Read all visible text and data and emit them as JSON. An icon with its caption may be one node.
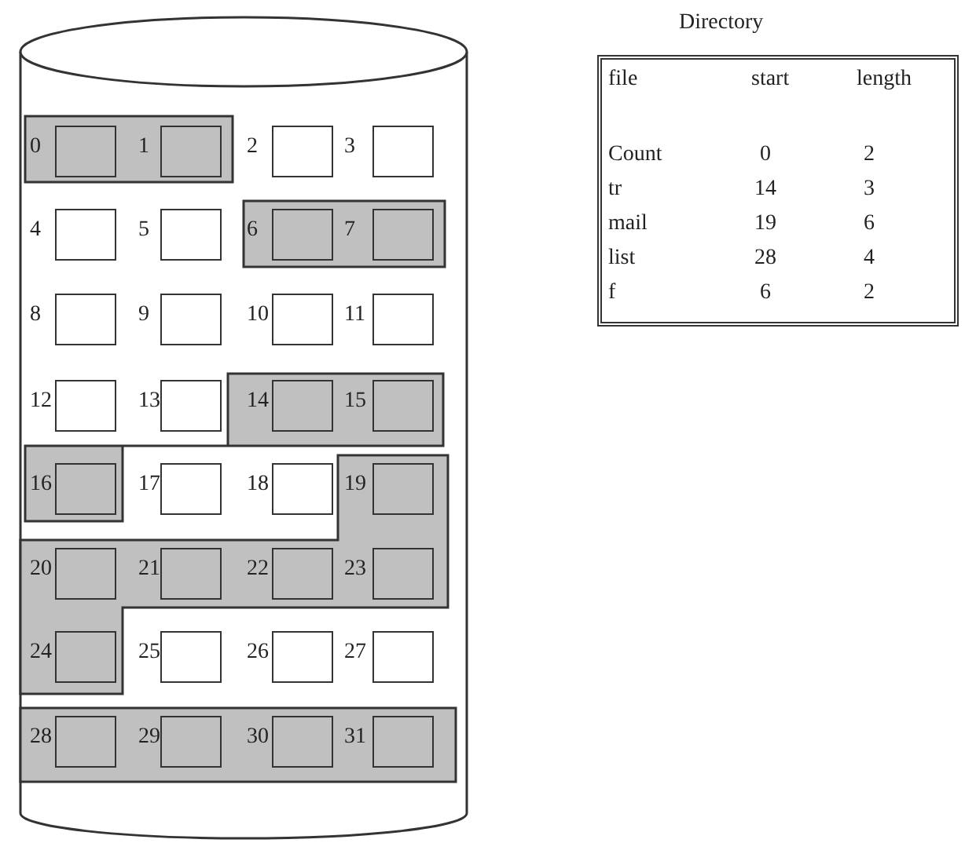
{
  "diagram": {
    "nodes": [
      {
        "text": [],
        "shape": "cylinder"
      },
      {
        "text": [],
        "shape": "band",
        "in": 0
      },
      {
        "text": [],
        "shape": "band",
        "in": 0
      },
      {
        "text": [],
        "shape": "band",
        "in": 0
      },
      {
        "text": [],
        "shape": "band",
        "in": 0
      },
      {
        "text": [],
        "shape": "band",
        "in": 0
      },
      {
        "text": [],
        "shape": "box",
        "in": 1,
        "beside": [
          "0"
        ]
      },
      {
        "text": [],
        "shape": "box",
        "in": 1,
        "beside": [
          "1"
        ]
      },
      {
        "text": [],
        "shape": "box",
        "in": 0,
        "beside": [
          "2"
        ]
      },
      {
        "text": [],
        "shape": "box",
        "in": 0,
        "beside": [
          "3"
        ]
      },
      {
        "text": [],
        "shape": "box",
        "in": 0,
        "beside": [
          "4"
        ]
      },
      {
        "text": [],
        "shape": "box",
        "in": 0,
        "beside": [
          "5"
        ]
      },
      {
        "text": [],
        "shape": "box",
        "in": 2,
        "beside": [
          "6"
        ]
      },
      {
        "text": [],
        "shape": "box",
        "in": 2,
        "beside": [
          "7"
        ]
      },
      {
        "text": [],
        "shape": "box",
        "in": 0,
        "beside": [
          "8"
        ]
      },
      {
        "text": [],
        "shape": "box",
        "in": 0,
        "beside": [
          "9"
        ]
      },
      {
        "text": [],
        "shape": "box",
        "in": 0,
        "beside": [
          "10"
        ]
      },
      {
        "text": [],
        "shape": "box",
        "in": 0,
        "beside": [
          "11"
        ]
      },
      {
        "text": [],
        "shape": "box",
        "in": 0,
        "beside": [
          "12"
        ]
      },
      {
        "text": [],
        "shape": "box",
        "in": 0,
        "beside": [
          "13"
        ]
      },
      {
        "text": [],
        "shape": "box",
        "in": 3,
        "beside": [
          "14"
        ]
      },
      {
        "text": [],
        "shape": "box",
        "in": 3,
        "beside": [
          "15"
        ]
      },
      {
        "text": [],
        "shape": "box",
        "in": 3,
        "beside": [
          "16"
        ]
      },
      {
        "text": [],
        "shape": "box",
        "in": 0,
        "beside": [
          "17"
        ]
      },
      {
        "text": [],
        "shape": "box",
        "in": 0,
        "beside": [
          "18"
        ]
      },
      {
        "text": [],
        "shape": "box",
        "in": 4,
        "beside": [
          "19"
        ]
      },
      {
        "text": [],
        "shape": "box",
        "in": 4,
        "beside": [
          "20"
        ]
      },
      {
        "text": [],
        "shape": "box",
        "in": 4,
        "beside": [
          "21"
        ]
      },
      {
        "text": [],
        "shape": "box",
        "in": 4,
        "beside": [
          "22"
        ]
      },
      {
        "text": [],
        "shape": "box",
        "in": 4,
        "beside": [
          "23"
        ]
      },
      {
        "text": [],
        "shape": "box",
        "in": 4,
        "beside": [
          "24"
        ]
      },
      {
        "text": [],
        "shape": "box",
        "in": 0,
        "beside": [
          "25"
        ]
      },
      {
        "text": [],
        "shape": "box",
        "in": 0,
        "beside": [
          "26"
        ]
      },
      {
        "text": [],
        "shape": "box",
        "in": 0,
        "beside": [
          "27"
        ]
      },
      {
        "text": [],
        "shape": "box",
        "in": 5,
        "beside": [
          "28"
        ]
      },
      {
        "text": [],
        "shape": "box",
        "in": 5,
        "beside": [
          "29"
        ]
      },
      {
        "text": [],
        "shape": "box",
        "in": 5,
        "beside": [
          "30"
        ]
      },
      {
        "text": [],
        "shape": "box",
        "in": 5,
        "beside": [
          "31"
        ]
      }
    ],
    "labels": [
      "Directory",
      "file",
      "start",
      "length",
      "Count",
      "0",
      "2",
      "tr",
      "14",
      "3",
      "mail",
      "19",
      "6",
      "list",
      "28",
      "4",
      "f",
      "6",
      "2"
    ]
  }
}
